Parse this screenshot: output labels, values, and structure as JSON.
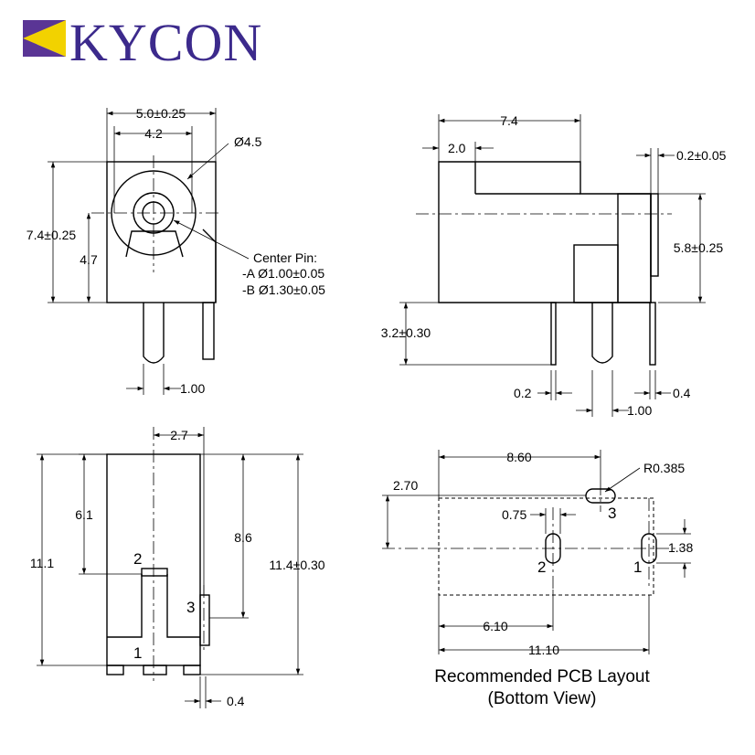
{
  "brand": {
    "name": "KYCON",
    "colors": {
      "logo_text": "#3c2a8c",
      "logo_purple": "#5a3595",
      "logo_yellow": "#f2d200"
    }
  },
  "front_view": {
    "width_dim": "5.0±0.25",
    "inner_width_dim": "4.2",
    "diameter_dim": "Ø4.5",
    "height_dim": "7.4±0.25",
    "center_height_dim": "4.7",
    "center_pin": {
      "title": "Center Pin:",
      "option_a": "-A Ø1.00±0.05",
      "option_b": "-B Ø1.30±0.05"
    },
    "pin_width_dim": "1.00"
  },
  "side_view": {
    "length_dim": "7.4",
    "step_dim": "2.0",
    "tab_dim": "0.2±0.05",
    "height_dim": "5.8±0.25",
    "pin_length_dim": "3.2±0.30",
    "pin_thickness_dim": "0.2",
    "pin_width_dim": "1.00",
    "end_pin_dim": "0.4"
  },
  "bottom_view": {
    "offset_dim": "2.7",
    "pin2_position_dim": "6.1",
    "pin3_position_dim": "8.6",
    "body_length_dim": "11.1",
    "overall_length_dim": "11.4±0.30",
    "pin_thickness_dim": "0.4",
    "pin_labels": [
      "1",
      "2",
      "3"
    ]
  },
  "pcb_layout": {
    "pin3_x_dim": "8.60",
    "radius_dim": "R0.385",
    "pin3_y_dim": "2.70",
    "slot_width_dim": "0.75",
    "slot_length_dim": "1.38",
    "pin2_x_dim": "6.10",
    "overall_dim": "11.10",
    "pin_labels": [
      "1",
      "2",
      "3"
    ],
    "caption_line1": "Recommended PCB Layout",
    "caption_line2": "(Bottom View)"
  }
}
